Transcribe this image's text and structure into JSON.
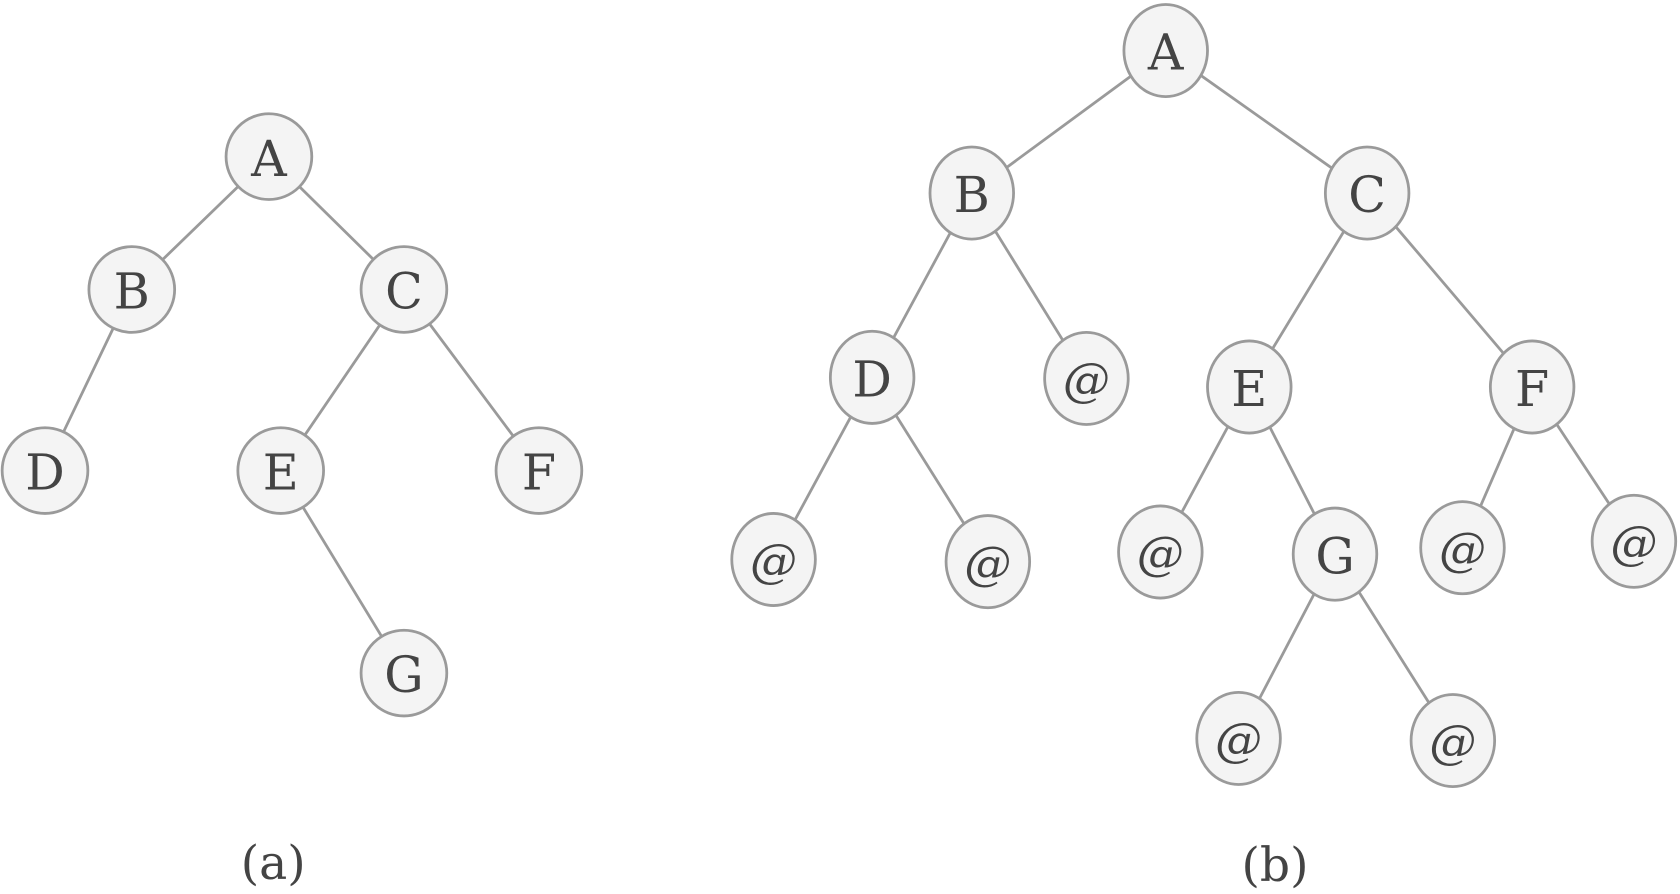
{
  "trees": [
    {
      "id": "a",
      "caption": "(a)",
      "nodes": [
        {
          "id": "A",
          "label": "A"
        },
        {
          "id": "B",
          "label": "B"
        },
        {
          "id": "C",
          "label": "C"
        },
        {
          "id": "D",
          "label": "D"
        },
        {
          "id": "E",
          "label": "E"
        },
        {
          "id": "F",
          "label": "F"
        },
        {
          "id": "G",
          "label": "G"
        }
      ],
      "edges": [
        [
          "A",
          "B"
        ],
        [
          "A",
          "C"
        ],
        [
          "B",
          "D"
        ],
        [
          "C",
          "E"
        ],
        [
          "C",
          "F"
        ],
        [
          "E",
          "G"
        ]
      ]
    },
    {
      "id": "b",
      "caption": "(b)",
      "nodes": [
        {
          "id": "A",
          "label": "A"
        },
        {
          "id": "B",
          "label": "B"
        },
        {
          "id": "C",
          "label": "C"
        },
        {
          "id": "D",
          "label": "D"
        },
        {
          "id": "nB",
          "label": "@"
        },
        {
          "id": "E",
          "label": "E"
        },
        {
          "id": "F",
          "label": "F"
        },
        {
          "id": "nD1",
          "label": "@"
        },
        {
          "id": "nD2",
          "label": "@"
        },
        {
          "id": "nE",
          "label": "@"
        },
        {
          "id": "G",
          "label": "G"
        },
        {
          "id": "nF1",
          "label": "@"
        },
        {
          "id": "nF2",
          "label": "@"
        },
        {
          "id": "nG1",
          "label": "@"
        },
        {
          "id": "nG2",
          "label": "@"
        }
      ],
      "edges": [
        [
          "A",
          "B"
        ],
        [
          "A",
          "C"
        ],
        [
          "B",
          "D"
        ],
        [
          "B",
          "nB"
        ],
        [
          "C",
          "E"
        ],
        [
          "C",
          "F"
        ],
        [
          "D",
          "nD1"
        ],
        [
          "D",
          "nD2"
        ],
        [
          "E",
          "nE"
        ],
        [
          "E",
          "G"
        ],
        [
          "F",
          "nF1"
        ],
        [
          "F",
          "nF2"
        ],
        [
          "G",
          "nG1"
        ],
        [
          "G",
          "nG2"
        ]
      ]
    }
  ]
}
